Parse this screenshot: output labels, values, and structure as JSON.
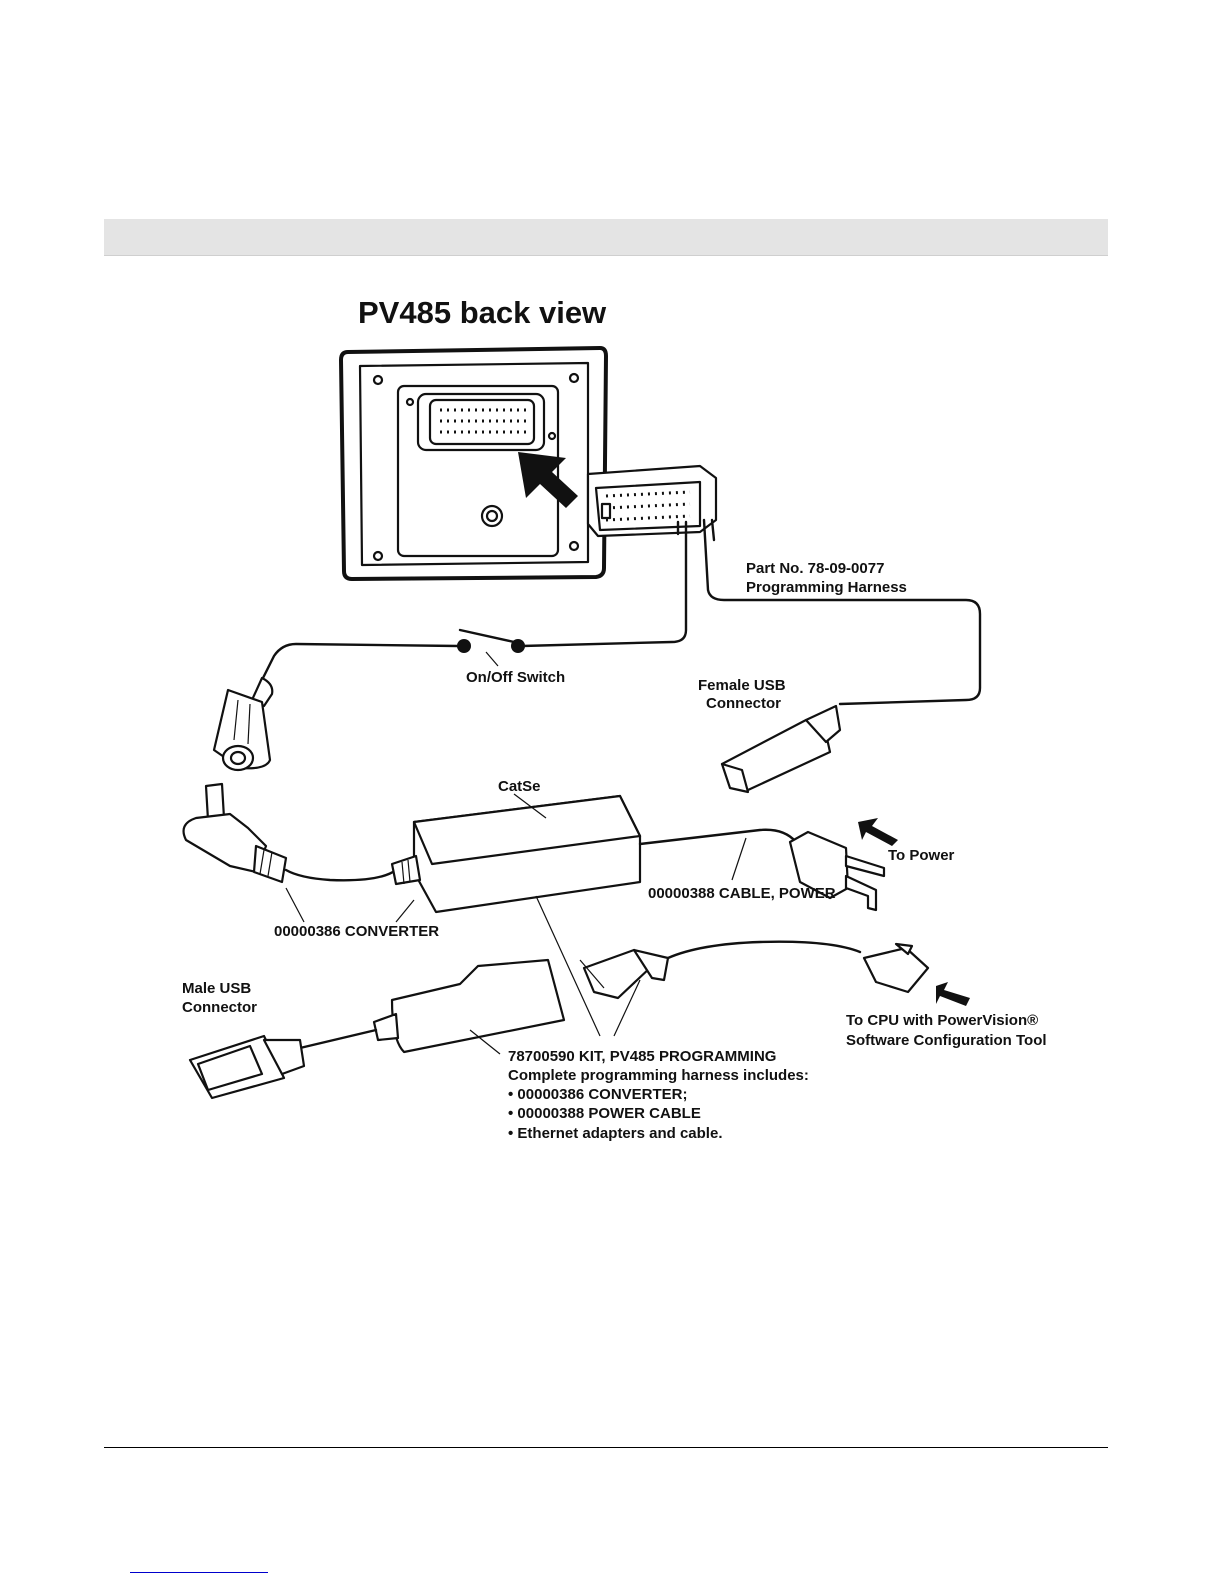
{
  "diagram": {
    "title": "PV485 back view",
    "labels": {
      "harness_part": "Part No. 78-09-0077",
      "harness_name": "Programming Harness",
      "switch": "On/Off Switch",
      "female_usb_1": "Female USB",
      "female_usb_2": "Connector",
      "cat5": "CatSe",
      "to_power": "To Power",
      "power_cable": "00000388 CABLE, POWER",
      "converter": "00000386 CONVERTER",
      "male_usb_1": "Male USB",
      "male_usb_2": "Connector",
      "to_cpu_1": "To CPU with PowerVision®",
      "to_cpu_2": "Software Configuration Tool",
      "kit_title": "78700590  KIT, PV485 PROGRAMMING",
      "kit_desc": "Complete programming harness includes:",
      "kit_items": [
        "• 00000386 CONVERTER;",
        "• 00000388 POWER CABLE",
        "• Ethernet adapters and cable."
      ]
    }
  }
}
